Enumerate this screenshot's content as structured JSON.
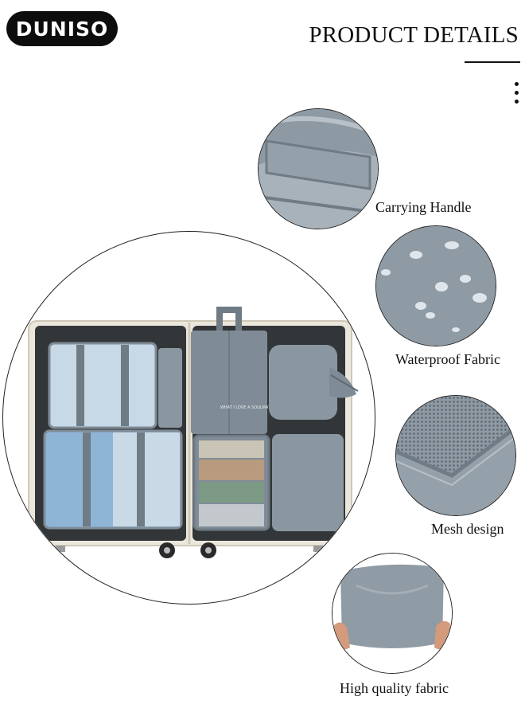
{
  "brand": {
    "logo_text": "DUNISO"
  },
  "header": {
    "title": "PRODUCT DETAILS"
  },
  "features": [
    {
      "label": "Carrying Handle",
      "icon": "handle-closeup-icon"
    },
    {
      "label": "Waterproof Fabric",
      "icon": "water-drops-icon"
    },
    {
      "label": "Mesh design",
      "icon": "mesh-closeup-icon"
    },
    {
      "label": "High quality fabric",
      "icon": "stretched-fabric-icon"
    }
  ],
  "product_image": {
    "print_text": "WHAT I LOVE A SOULMATE LIFE"
  },
  "colors": {
    "fabric": "#7f8c97",
    "fabric_light": "#9aa6af",
    "suitcase": "#ece7dc",
    "lining": "#333638",
    "background": "#ffffff"
  }
}
